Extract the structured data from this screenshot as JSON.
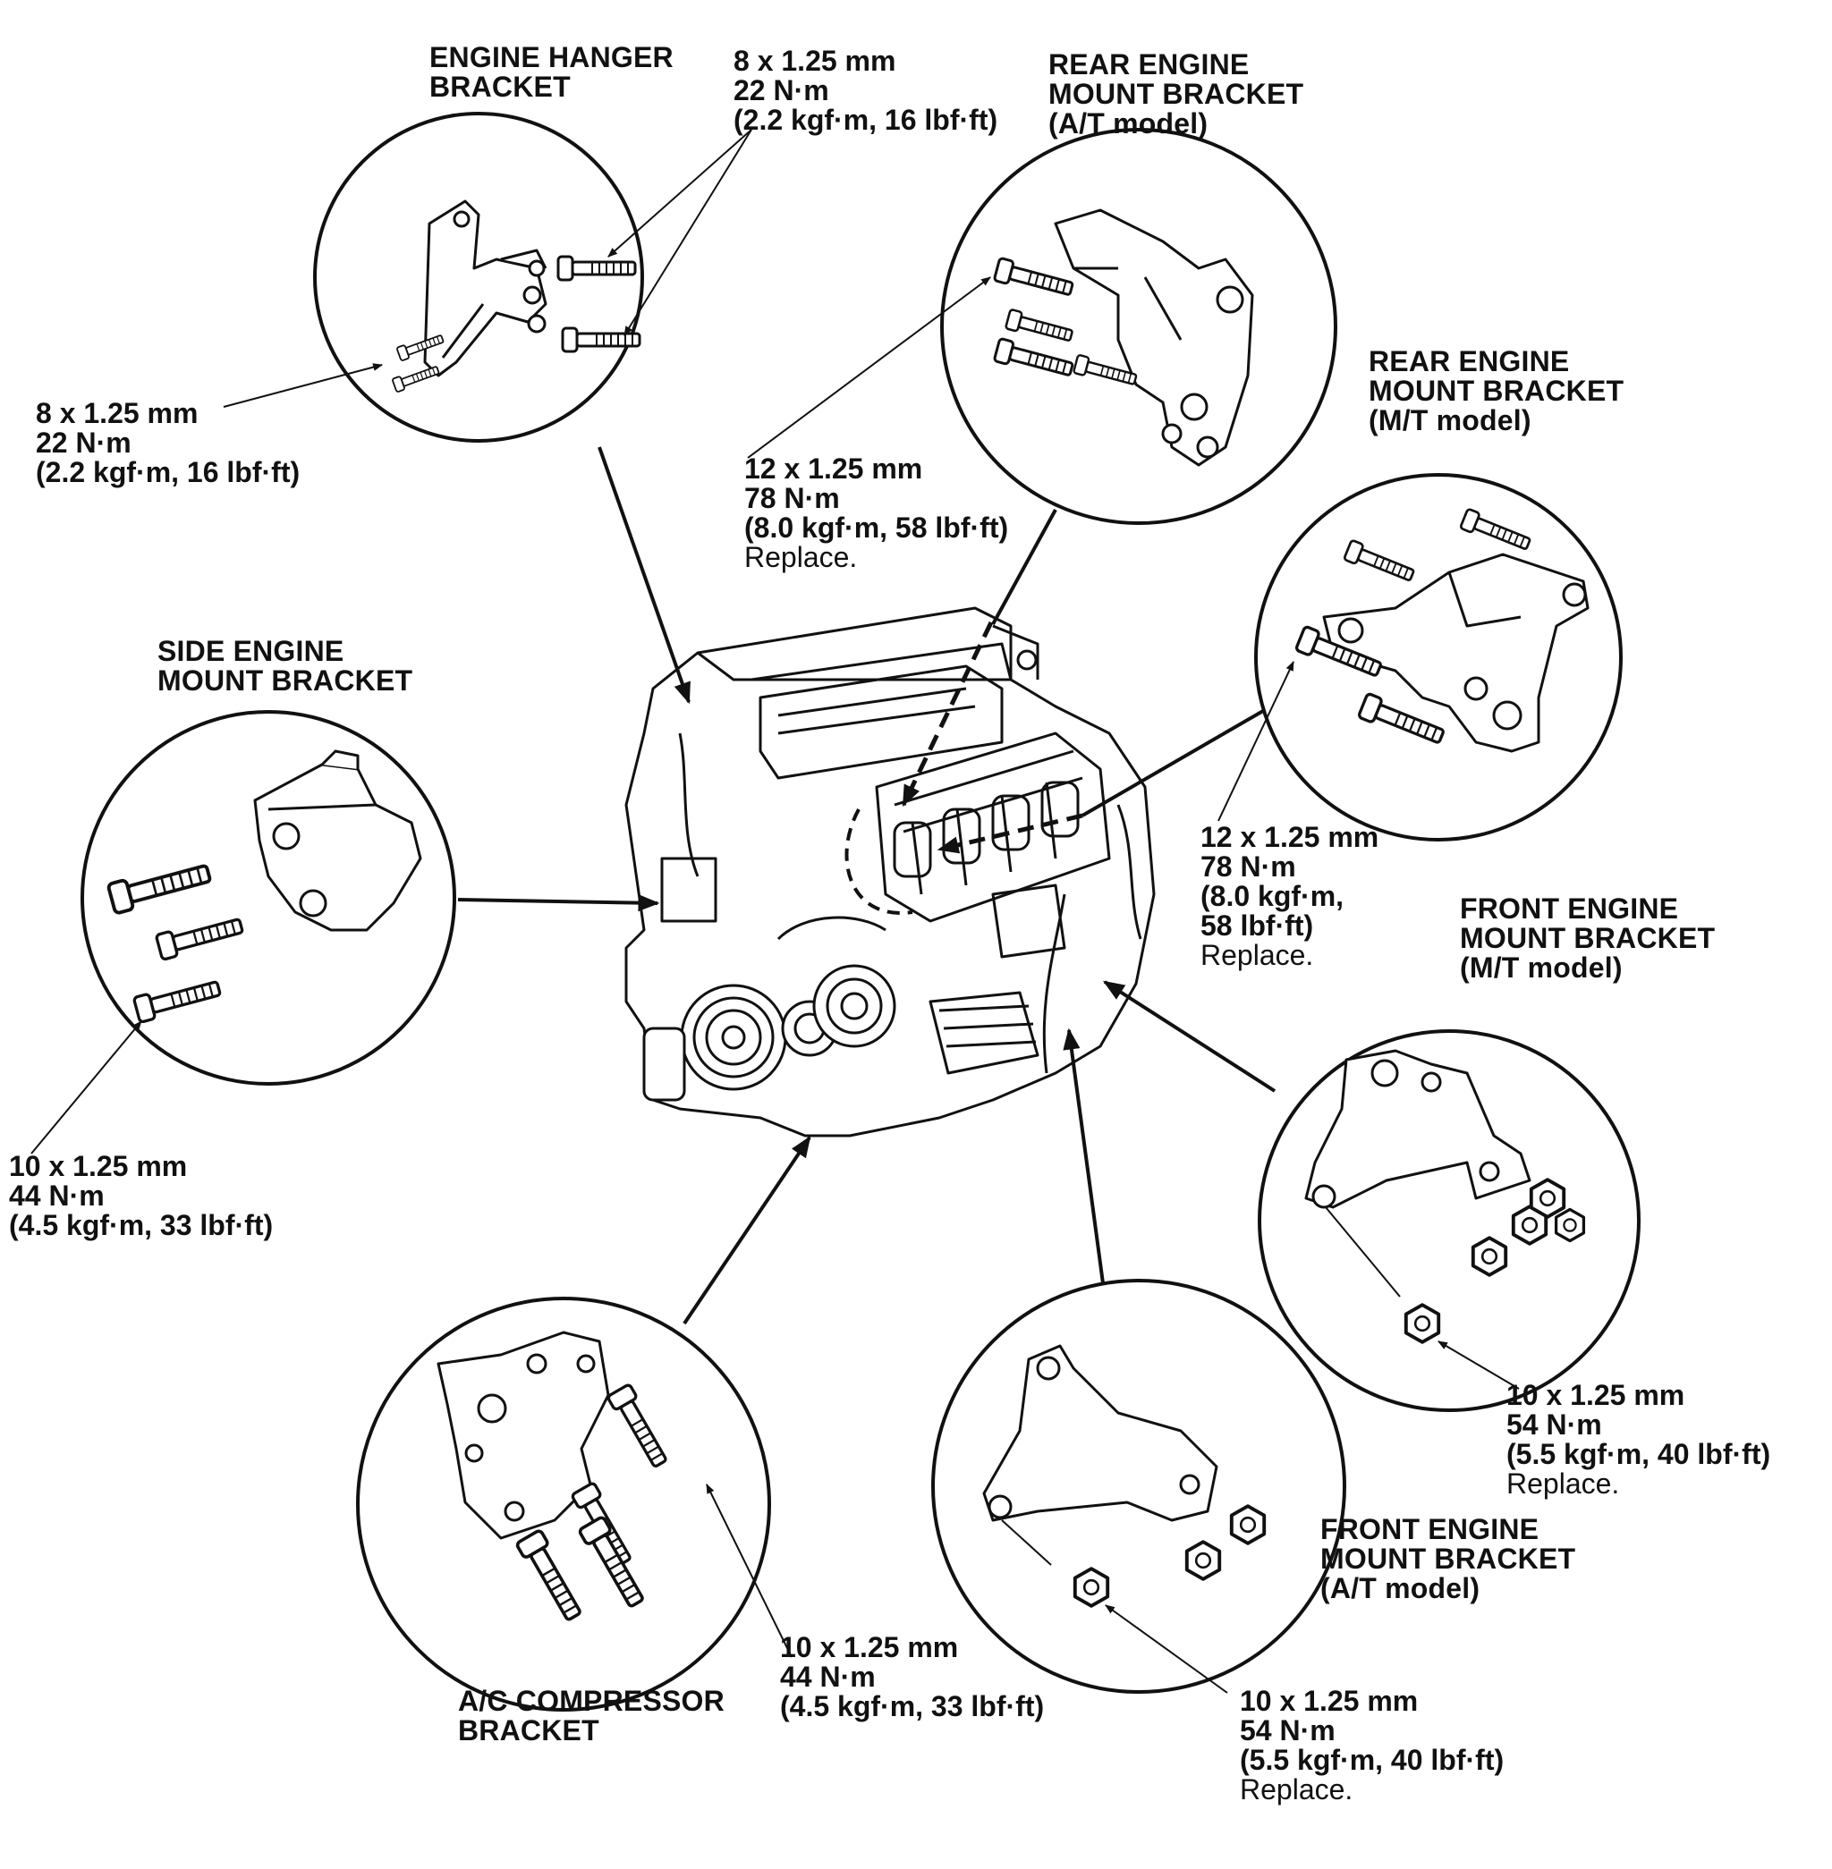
{
  "labels": {
    "engine_hanger_bracket": {
      "title": [
        "ENGINE HANGER",
        "BRACKET"
      ]
    },
    "hanger_bolt_top": {
      "lines": [
        "8 x 1.25 mm",
        "22 N·m",
        "(2.2 kgf·m, 16 lbf·ft)"
      ]
    },
    "hanger_bolt_left": {
      "lines": [
        "8 x 1.25 mm",
        "22 N·m",
        "(2.2 kgf·m, 16 lbf·ft)"
      ]
    },
    "rear_mount_at": {
      "title": [
        "REAR ENGINE",
        "MOUNT BRACKET",
        "(A/T model)"
      ]
    },
    "rear_at_bolt": {
      "lines": [
        "12 x 1.25 mm",
        "78 N·m",
        "(8.0 kgf·m, 58 lbf·ft)"
      ],
      "note": "Replace."
    },
    "rear_mount_mt": {
      "title": [
        "REAR ENGINE",
        "MOUNT BRACKET",
        "(M/T model)"
      ]
    },
    "rear_mt_bolt": {
      "lines": [
        "12 x 1.25 mm",
        "78 N·m",
        "(8.0 kgf·m,",
        "58 lbf·ft)"
      ],
      "note": "Replace."
    },
    "side_mount": {
      "title": [
        "SIDE ENGINE",
        "MOUNT BRACKET"
      ]
    },
    "side_bolt": {
      "lines": [
        "10 x 1.25 mm",
        "44 N·m",
        "(4.5 kgf·m, 33 lbf·ft)"
      ]
    },
    "front_mount_mt": {
      "title": [
        "FRONT ENGINE",
        "MOUNT BRACKET",
        "(M/T model)"
      ]
    },
    "front_mt_bolt": {
      "lines": [
        "10 x 1.25 mm",
        "54 N·m",
        "(5.5 kgf·m, 40 lbf·ft)"
      ],
      "note": "Replace."
    },
    "front_mount_at": {
      "title": [
        "FRONT ENGINE",
        "MOUNT BRACKET",
        "(A/T model)"
      ]
    },
    "front_at_bolt": {
      "lines": [
        "10 x 1.25 mm",
        "54 N·m",
        "(5.5 kgf·m, 40 lbf·ft)"
      ],
      "note": "Replace."
    },
    "ac_bracket": {
      "title": [
        "A/C COMPRESSOR",
        "BRACKET"
      ]
    },
    "ac_bolt": {
      "lines": [
        "10 x 1.25 mm",
        "44 N·m",
        "(4.5 kgf·m, 33 lbf·ft)"
      ]
    }
  },
  "colors": {
    "ink": "#111111",
    "background": "#ffffff"
  }
}
